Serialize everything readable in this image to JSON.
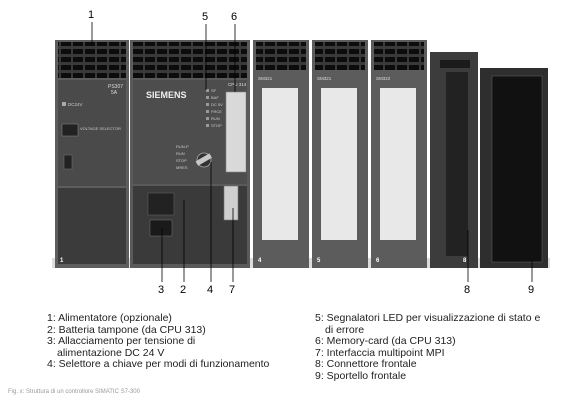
{
  "figure": {
    "callouts": [
      "1",
      "2",
      "3",
      "4",
      "5",
      "6",
      "7",
      "8",
      "9"
    ],
    "labels": {
      "brand": "SIEMENS",
      "psu_model": "PS307",
      "psu_rating": "5A",
      "dc24v": "DC24V",
      "voltage_selector": "VOLTAGE SELECTOR",
      "cpu_title": "CPU 314",
      "led_sf": "SF",
      "led_bat": "BAF",
      "led_dc5v": "DC 5V",
      "led_frce": "FRCE",
      "led_run": "RUN",
      "led_stop": "STOP",
      "key_runp": "RUN-P",
      "key_run": "RUN",
      "key_stop": "STOP",
      "key_mres": "MRES",
      "sm1": "SM321",
      "sm2": "SM321",
      "sm3": "SM322"
    }
  },
  "legend": {
    "left": [
      "1: Alimentatore (opzionale)",
      "2: Batteria tampone (da CPU 313)",
      "3: Allacciamento per tensione di",
      "alimentazione DC 24 V",
      "4: Selettore a chiave per modi di funzionamento"
    ],
    "right": [
      "5: Segnalatori LED per visualizzazione di stato e",
      "di errore",
      "6: Memory-card (da CPU 313)",
      "7: Interfaccia multipoint MPI",
      "8: Connettore frontale",
      "9: Sportello frontale"
    ]
  },
  "caption": "Fig. x: Struttura di un controllore SIMATIC S7-300"
}
